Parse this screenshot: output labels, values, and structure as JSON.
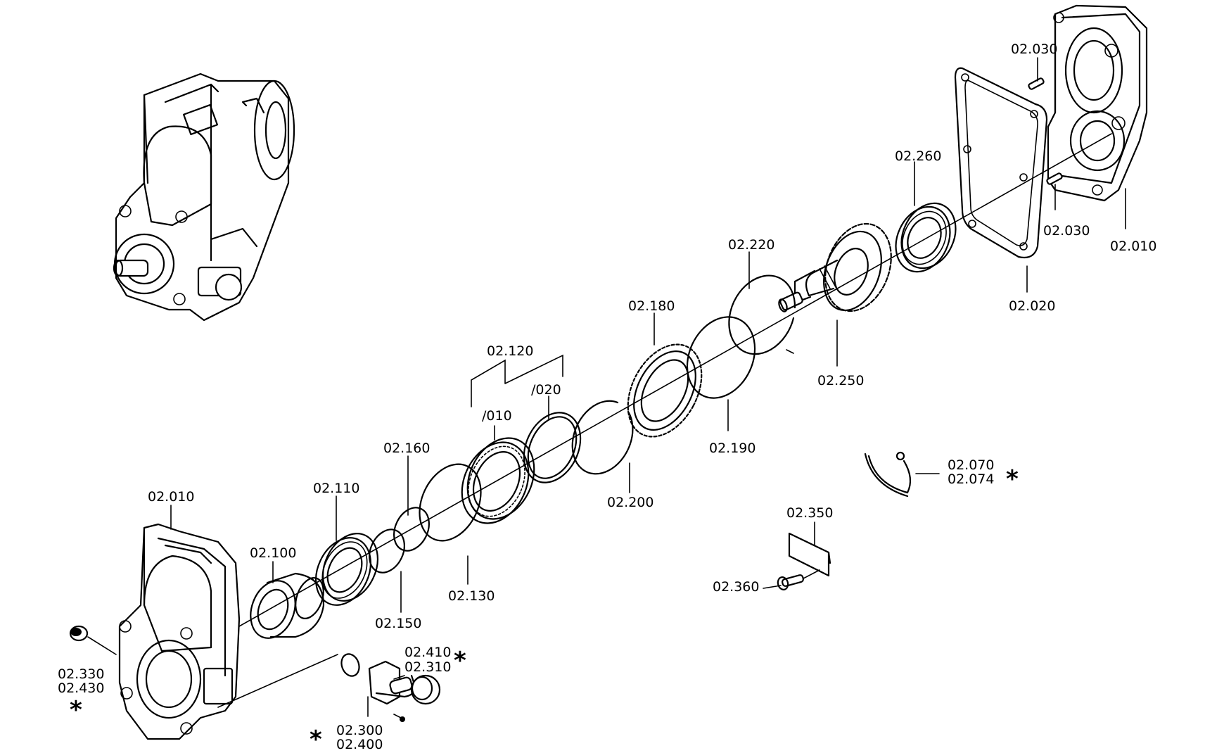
{
  "labels": {
    "p02_030_top": "02.030",
    "p02_010_right": "02.010",
    "p02_030_mid": "02.030",
    "p02_260": "02.260",
    "p02_020": "02.020",
    "p02_220": "02.220",
    "p02_250": "02.250",
    "p02_180": "02.180",
    "p02_190": "02.190",
    "p02_120": "02.120",
    "p_020": "/020",
    "p_010": "/010",
    "p02_200": "02.200",
    "p02_160": "02.160",
    "p02_130": "02.130",
    "p02_110": "02.110",
    "p02_150": "02.150",
    "p02_100": "02.100",
    "p02_010_left": "02.010",
    "p02_070": "02.070",
    "p02_074": "02.074",
    "p02_350": "02.350",
    "p02_360": "02.360",
    "p02_410": "02.410",
    "p02_310": "02.310",
    "p02_330": "02.330",
    "p02_430": "02.430",
    "p02_300": "02.300",
    "p02_400": "02.400"
  },
  "markers": {
    "asterisk": "*"
  }
}
